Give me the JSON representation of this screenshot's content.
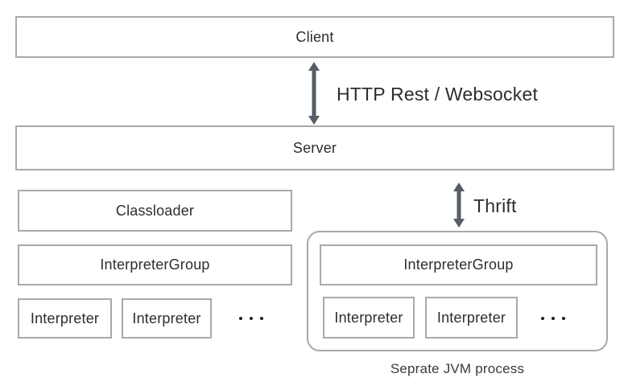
{
  "diagram": {
    "title": "Client-Server interpreter architecture diagram",
    "colors": {
      "border": "#a7aaad",
      "arrow": "#565d66",
      "text": "#2d2d2d",
      "caption": "#3a3a3a"
    },
    "client": {
      "label": "Client"
    },
    "server": {
      "label": "Server"
    },
    "connections": {
      "http": {
        "label": "HTTP Rest / Websocket",
        "icon": "double-arrow-vertical"
      },
      "thrift": {
        "label": "Thrift",
        "icon": "double-arrow-vertical"
      }
    },
    "local_stack": {
      "classloader_label": "Classloader",
      "interpreter_group_label": "InterpreterGroup",
      "interpreters": [
        "Interpreter",
        "Interpreter"
      ],
      "ellipsis": "ellipsis-dots"
    },
    "remote_stack": {
      "interpreter_group_label": "InterpreterGroup",
      "interpreters": [
        "Interpreter",
        "Interpreter"
      ],
      "ellipsis": "ellipsis-dots",
      "caption": "Seprate JVM process"
    }
  }
}
